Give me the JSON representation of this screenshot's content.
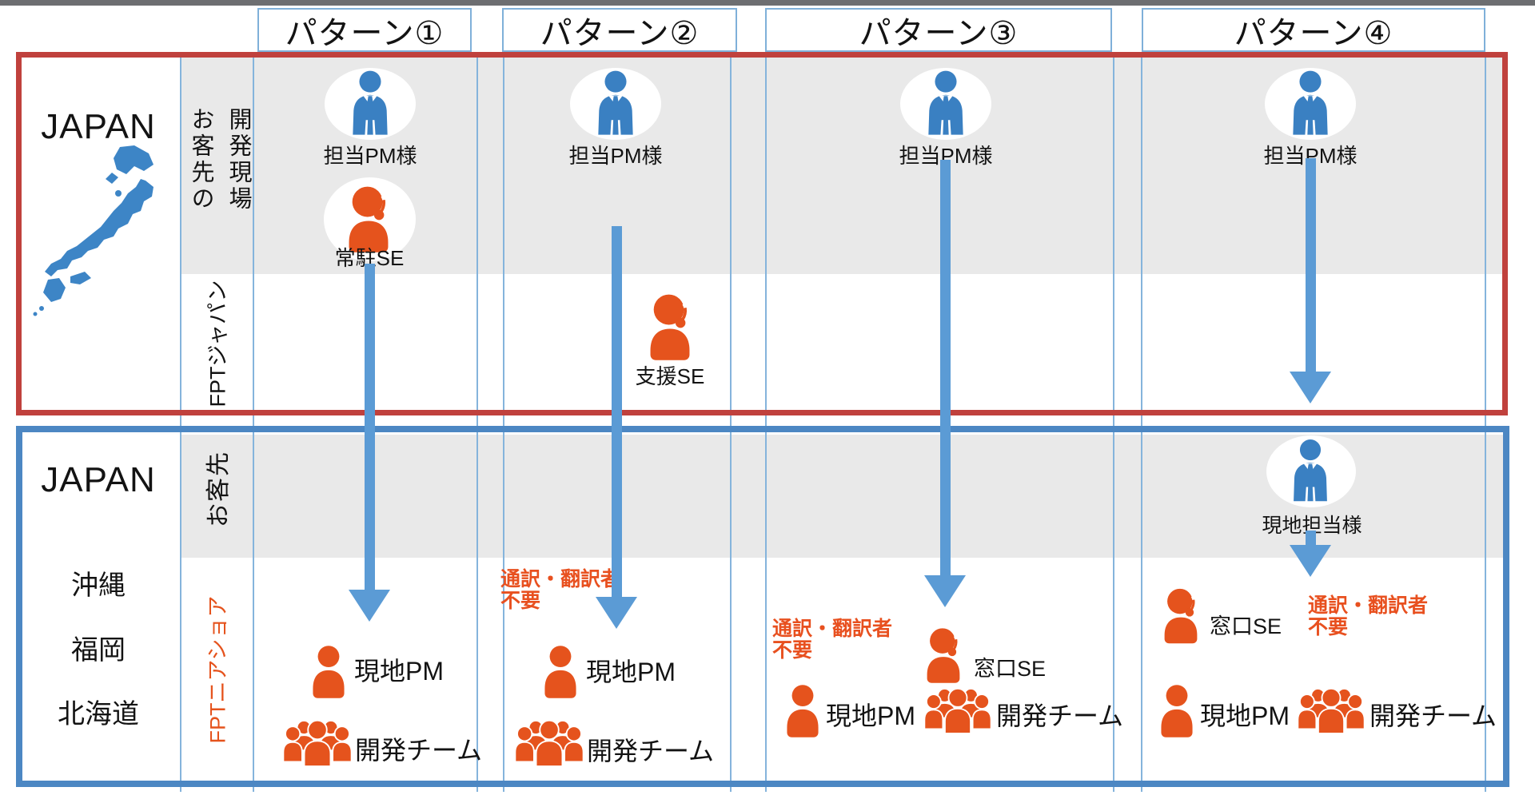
{
  "headers": {
    "items": [
      {
        "label": "パターン①"
      },
      {
        "label": "パターン②"
      },
      {
        "label": "パターン③"
      },
      {
        "label": "パターン④"
      }
    ]
  },
  "japan_box": {
    "region_label": "JAPAN",
    "row_customer_site_col1": "お客先の",
    "row_customer_site_col2": "開発現場",
    "row_fpt_japan": "FPTジャパン"
  },
  "nearshore_box": {
    "region_label": "JAPAN",
    "locations": [
      {
        "name": "沖縄"
      },
      {
        "name": "福岡"
      },
      {
        "name": "北海道"
      }
    ],
    "row_customer": "お客先",
    "row_fpt_nearshore": "FPTニアショア"
  },
  "roles": {
    "customer_pm": "担当PM様",
    "resident_se": "常駐SE",
    "support_se": "支援SE",
    "contact_se": "窓口SE",
    "local_customer_contact": "現地担当様",
    "local_pm": "現地PM",
    "dev_team": "開発チーム"
  },
  "notes": {
    "interpreter_line1": "通訳・翻訳者",
    "interpreter_line2": "不要"
  },
  "colors": {
    "accent_blue": "#3a80c2",
    "accent_orange": "#e5531d",
    "red_border": "#c0413d",
    "blue_border": "#4c87c3",
    "arrow_blue": "#5b9bd5",
    "note_orange": "#e8501f",
    "band_gray": "#e9e9e9"
  }
}
